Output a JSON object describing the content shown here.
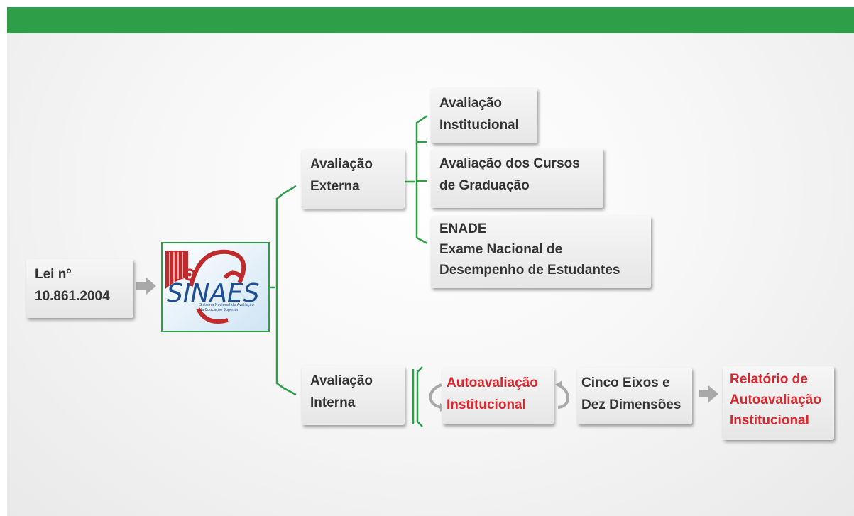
{
  "law": [
    "Lei nº",
    "10.861.2004"
  ],
  "external": {
    "label": [
      "Avaliação",
      "Externa"
    ],
    "items": [
      [
        "Avaliação",
        "Institucional"
      ],
      [
        "Avaliação dos Cursos",
        "de Graduação"
      ],
      [
        "ENADE",
        "Exame Nacional de",
        "Desempenho de Estudantes"
      ]
    ]
  },
  "internal": {
    "label": [
      "Avaliação",
      "Interna"
    ],
    "self_eval": [
      "Autoavaliação",
      "Institucional"
    ],
    "axes": [
      "Cinco Eixos e",
      "Dez Dimensões"
    ],
    "report": [
      "Relatório de",
      "Autoavaliação",
      "Institucional"
    ]
  },
  "logo": {
    "name": "SINAES",
    "subtitle": [
      "Sistema Nacional de Avaliação",
      "da Educação Superior"
    ]
  },
  "colors": {
    "bar": "#2e9e49",
    "line": "#2e9e49",
    "accent_text": "#d9262c",
    "text": "#333333"
  }
}
